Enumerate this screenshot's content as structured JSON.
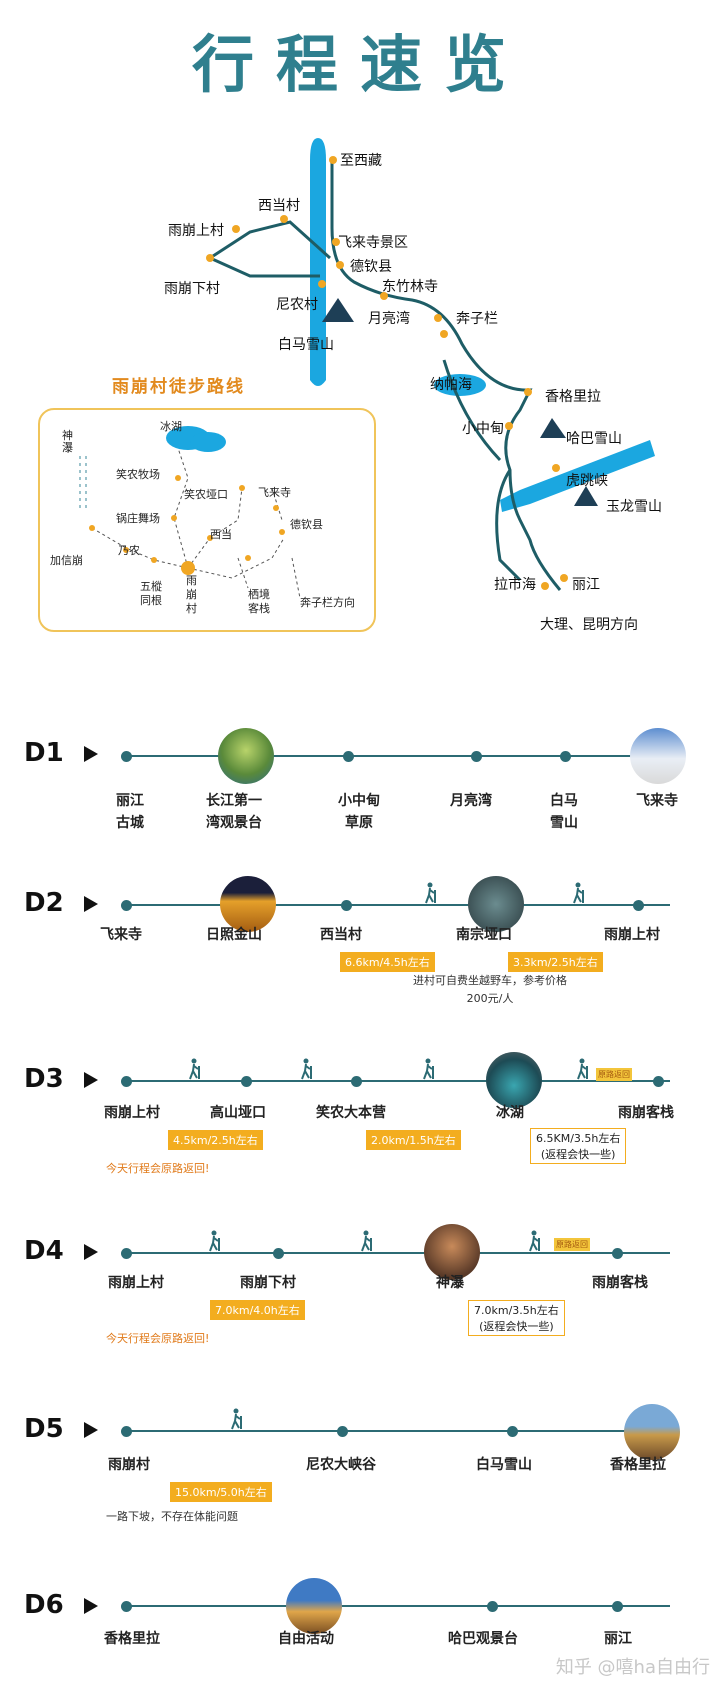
{
  "title": "行程速览",
  "map": {
    "labels": {
      "tibet": "至西藏",
      "xidang": "西当村",
      "yubeng_upper": "雨崩上村",
      "feilai_scenic": "飞来寺景区",
      "deqin": "德钦县",
      "yubeng_lower": "雨崩下村",
      "dongzhulin": "东竹林寺",
      "ninong": "尼农村",
      "yueliang": "月亮湾",
      "benzilan": "奔子栏",
      "baima": "白马雪山",
      "napa": "纳帕海",
      "shangri": "香格里拉",
      "xiaozhongdian": "小中甸",
      "haba": "哈巴雪山",
      "hutiao": "虎跳峡",
      "yulong": "玉龙雪山",
      "lashi": "拉市海",
      "lijiang": "丽江",
      "dali": "大理、昆明方向"
    },
    "hike_title": "雨崩村徒步路线",
    "hike_labels": {
      "shenpu": "神瀑",
      "bingcao": "冰湖",
      "xiaonong": "笑农牧场",
      "xiaonong_pass": "笑农垭口",
      "feilai": "飞来寺",
      "guozhuang": "锅庄舞场",
      "xidang": "西当",
      "deqin": "德钦县",
      "jiaxin": "加信崩",
      "nainong": "乃农",
      "wuji": "五樅\n同根",
      "yubeng": "雨\n崩\n村",
      "qijing": "栖境\n客栈",
      "benzilan_dir": "奔子栏方向"
    }
  },
  "days": [
    {
      "label": "D1",
      "stops": [
        "丽江\n古城",
        "长江第一\n湾观景台",
        "小中甸\n草原",
        "月亮湾",
        "白马\n雪山",
        "飞来寺"
      ]
    },
    {
      "label": "D2",
      "stops": [
        "飞来寺",
        "日照金山",
        "西当村",
        "南宗垭口",
        "雨崩上村"
      ],
      "badges": [
        "6.6km/4.5h左右",
        "3.3km/2.5h左右"
      ],
      "note": "进村可自费坐越野车，参考价格\n200元/人"
    },
    {
      "label": "D3",
      "stops": [
        "雨崩上村",
        "高山垭口",
        "笑农大本营",
        "冰湖",
        "雨崩客栈"
      ],
      "badges": [
        "4.5km/2.5h左右",
        "2.0km/1.5h左右"
      ],
      "badge_o": "6.5KM/3.5h左右\n(返程会快一些)",
      "note": "今天行程会原路返回!",
      "tag": "原路返回"
    },
    {
      "label": "D4",
      "stops": [
        "雨崩上村",
        "雨崩下村",
        "神瀑",
        "雨崩客栈"
      ],
      "badges": [
        "7.0km/4.0h左右"
      ],
      "badge_o": "7.0km/3.5h左右\n(返程会快一些)",
      "note": "今天行程会原路返回!",
      "tag": "原路返回"
    },
    {
      "label": "D5",
      "stops": [
        "雨崩村",
        "尼农大峡谷",
        "白马雪山",
        "香格里拉"
      ],
      "badges": [
        "15.0km/5.0h左右"
      ],
      "note": "一路下坡，不存在体能问题"
    },
    {
      "label": "D6",
      "stops": [
        "香格里拉",
        "自由活动",
        "哈巴观景台",
        "丽江"
      ]
    }
  ],
  "watermark": "知乎 @嘻ha自由行",
  "colors": {
    "teal": "#2c6b74",
    "river": "#1ba7e0",
    "orange": "#f3ad1f",
    "title": "#2f7f8e"
  }
}
